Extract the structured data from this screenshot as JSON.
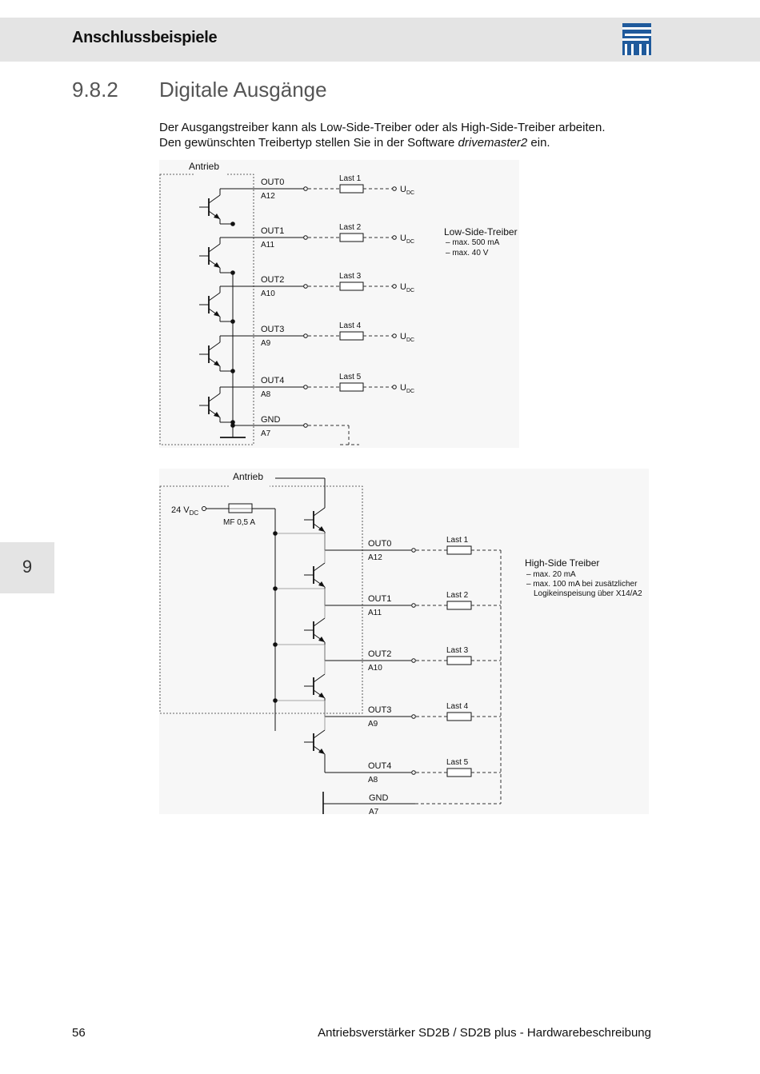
{
  "header": {
    "title": "Anschlussbeispiele"
  },
  "section": {
    "number": "9.8.2",
    "title": "Digitale Ausgänge"
  },
  "intro": {
    "line1": "Der Ausgangstreiber kann als Low-Side-Treiber oder als High-Side-Treiber arbeiten.",
    "line2_prefix": "Den gewünschten Treibertyp stellen Sie in der Software ",
    "line2_italic": "drivemaster2",
    "line2_suffix": " ein."
  },
  "side_tab": {
    "label": "9"
  },
  "low_side": {
    "frame_label": "Antrieb",
    "outputs": [
      {
        "out": "OUT0",
        "pin": "A12",
        "load": "Last 1",
        "supply": "U",
        "supply_sub": "DC"
      },
      {
        "out": "OUT1",
        "pin": "A11",
        "load": "Last 2",
        "supply": "U",
        "supply_sub": "DC"
      },
      {
        "out": "OUT2",
        "pin": "A10",
        "load": "Last 3",
        "supply": "U",
        "supply_sub": "DC"
      },
      {
        "out": "OUT3",
        "pin": "A9",
        "load": "Last 4",
        "supply": "U",
        "supply_sub": "DC"
      },
      {
        "out": "OUT4",
        "pin": "A8",
        "load": "Last 5",
        "supply": "U",
        "supply_sub": "DC"
      }
    ],
    "gnd": {
      "label": "GND",
      "pin": "A7"
    },
    "note_title": "Low-Side-Treiber",
    "note_lines": [
      "– max. 500 mA",
      "– max. 40 V"
    ]
  },
  "high_side": {
    "frame_label": "Antrieb",
    "supply": "24 V",
    "supply_sub": "DC",
    "fuse": "MF 0,5 A",
    "outputs": [
      {
        "out": "OUT0",
        "pin": "A12",
        "load": "Last 1"
      },
      {
        "out": "OUT1",
        "pin": "A11",
        "load": "Last 2"
      },
      {
        "out": "OUT2",
        "pin": "A10",
        "load": "Last 3"
      },
      {
        "out": "OUT3",
        "pin": "A9",
        "load": "Last 4"
      },
      {
        "out": "OUT4",
        "pin": "A8",
        "load": "Last 5"
      }
    ],
    "gnd": {
      "label": "GND",
      "pin": "A7"
    },
    "note_title": "High-Side Treiber",
    "note_lines": [
      "– max. 20 mA",
      "– max. 100 mA bei zusätzlicher",
      "Logikeinspeisung über X14/A2"
    ]
  },
  "footer": {
    "page": "56",
    "title": "Antriebsverstärker SD2B / SD2B plus - Hardwarebeschreibung"
  },
  "colors": {
    "header_bg": "#e4e4e4",
    "logo_blue": "#1f5a9c"
  }
}
